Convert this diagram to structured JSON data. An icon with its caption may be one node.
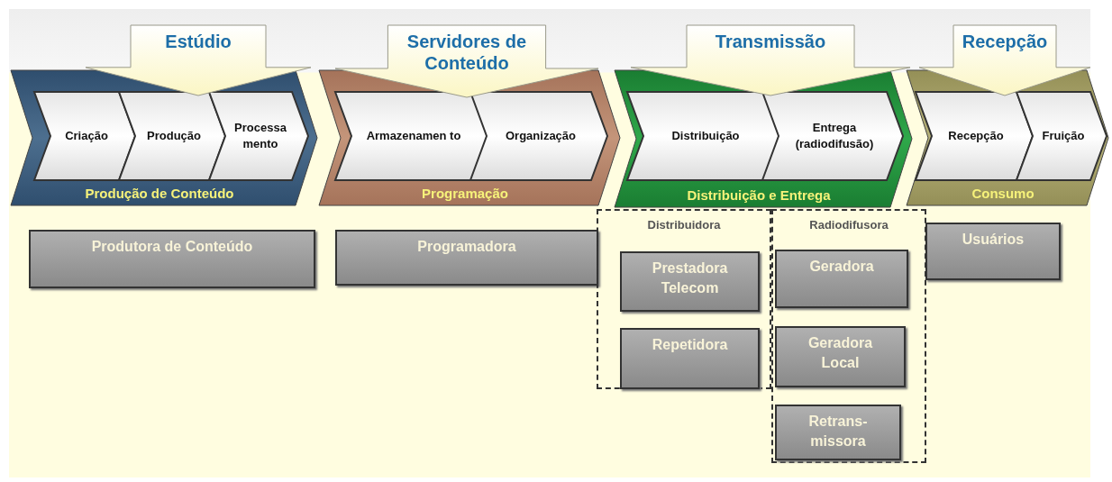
{
  "diagram": {
    "nodes": [
      {
        "text": [
          "Estúdio"
        ]
      },
      {
        "text": [
          "Servidores de Conteúdo"
        ]
      },
      {
        "text": [
          "Transmissão"
        ]
      },
      {
        "text": [
          "Recepção"
        ]
      },
      {
        "text": [
          "Produção de Conteúdo"
        ]
      },
      {
        "text": [
          "Criação"
        ],
        "in": 4
      },
      {
        "text": [
          "Produção"
        ],
        "in": 4
      },
      {
        "text": [
          "Processa mento"
        ],
        "in": 4
      },
      {
        "text": [
          "Programação"
        ]
      },
      {
        "text": [
          "Armazenamen to"
        ],
        "in": 8
      },
      {
        "text": [
          "Organização"
        ],
        "in": 8
      },
      {
        "text": [
          "Distribuição e Entrega"
        ]
      },
      {
        "text": [
          "Distribuição"
        ],
        "in": 11
      },
      {
        "text": [
          "Entrega (radiodifusão)"
        ],
        "in": 11
      },
      {
        "text": [
          "Consumo"
        ]
      },
      {
        "text": [
          "Recepção"
        ],
        "in": 14
      },
      {
        "text": [
          "Fruição"
        ],
        "in": 14
      },
      {
        "text": [
          "Produtora de Conteúdo"
        ]
      },
      {
        "text": [
          "Programadora"
        ]
      },
      {
        "text": [
          "Distribuidora"
        ]
      },
      {
        "text": [
          "Prestadora Telecom"
        ],
        "in": 19
      },
      {
        "text": [
          "Repetidora"
        ],
        "in": 19
      },
      {
        "text": [
          "Radiodifusora"
        ]
      },
      {
        "text": [
          "Geradora"
        ],
        "in": 22
      },
      {
        "text": [
          "Geradora Local"
        ],
        "in": 22
      },
      {
        "text": [
          "Retrans- missora"
        ],
        "in": 22
      },
      {
        "text": [
          "Usuários"
        ]
      }
    ]
  }
}
